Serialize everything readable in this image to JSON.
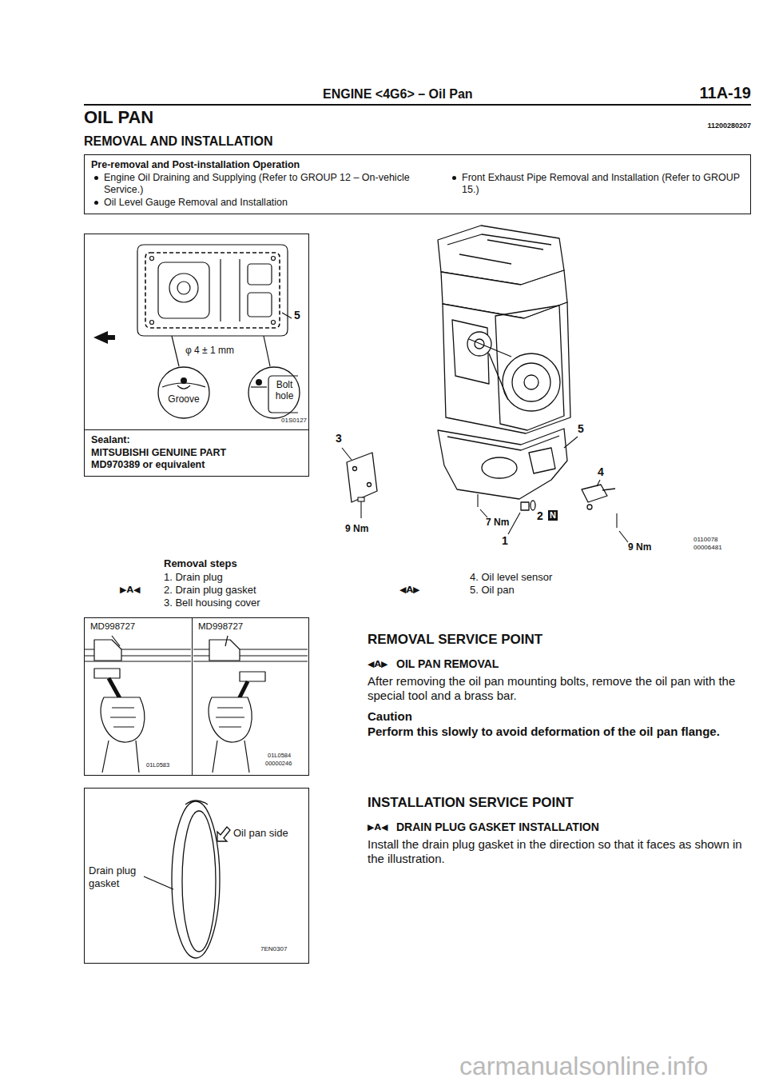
{
  "diagram": {
    "title": "OIL PAN",
    "nodes": [
      {
        "text": [
          "Pre-removal and Post-installation Operation",
          "Engine Oil Draining and Supplying (Refer to GROUP 12 – On-vehicle Service.)",
          "Oil Level Gauge Removal and Installation",
          "Front Exhaust Pipe Removal and Installation (Refer to GROUP 15.)"
        ]
      },
      {
        "text": [
          "01S0127"
        ]
      },
      {
        "text": [
          "Groove"
        ],
        "in": 1
      },
      {
        "text": [
          "Bolt hole"
        ],
        "in": 1
      },
      {
        "text": [
          "Sealant:",
          "MITSUBISHI GENUINE PART MD970389 or equivalent"
        ],
        "in": 1
      },
      {
        "text": [
          "MD998727",
          "01L0583"
        ]
      },
      {
        "text": [
          "MD998727",
          "01L0584",
          "00000246"
        ]
      },
      {
        "text": [
          "Drain plug gasket",
          "Oil pan side",
          "7EN0307"
        ]
      }
    ],
    "labels": [
      "ENGINE <4G6> – Oil Pan",
      "11A-19",
      "REMOVAL AND INSTALLATION",
      "11200280207",
      "5",
      "φ 4 ± 1 mm",
      "3",
      "5",
      "4",
      "7 Nm",
      "2",
      "N",
      "1",
      "9 Nm",
      "9 Nm",
      "0110078",
      "00006481",
      "Removal steps",
      "1. Drain plug",
      "▶A◀",
      "2. Drain plug gasket",
      "3. Bell housing cover",
      "4. Oil level sensor",
      "◀A▶",
      "5. Oil pan",
      "REMOVAL SERVICE POINT",
      "◀A▶",
      "OIL PAN REMOVAL",
      "After removing the oil pan mounting bolts, remove the oil pan with the special tool and a brass bar.",
      "Caution",
      "Perform this slowly to avoid deformation of the oil pan flange.",
      "INSTALLATION SERVICE POINT",
      "▶A◀",
      "DRAIN PLUG GASKET INSTALLATION",
      "Install the drain plug gasket in the direction so that it faces as shown in the illustration.",
      "carmanualsonline.info"
    ]
  }
}
